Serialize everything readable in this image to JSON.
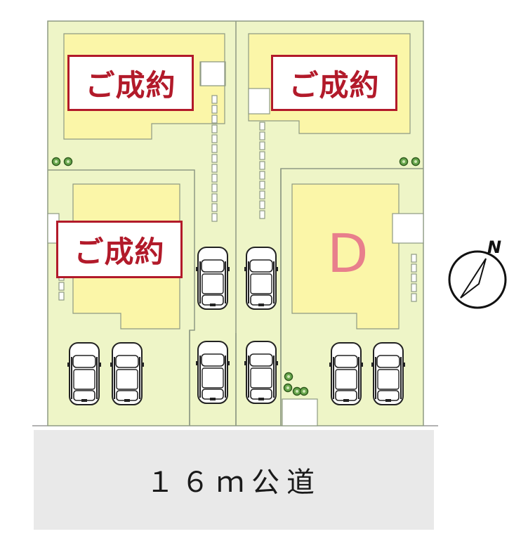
{
  "road": {
    "label": "１６ｍ公道"
  },
  "lots": [
    {
      "id": "lot-a",
      "status": "ご成約"
    },
    {
      "id": "lot-b",
      "status": "ご成約"
    },
    {
      "id": "lot-c",
      "status": "ご成約"
    },
    {
      "id": "lot-d",
      "letter": "D"
    }
  ],
  "compass": {
    "label": "N"
  },
  "colors": {
    "land": "#eef5c7",
    "house": "#fbf6a8",
    "road": "#e9e9e9",
    "outline": "#8e9a83",
    "sold_red": "#b21a2a",
    "lot_letter": "#e87f8c"
  }
}
